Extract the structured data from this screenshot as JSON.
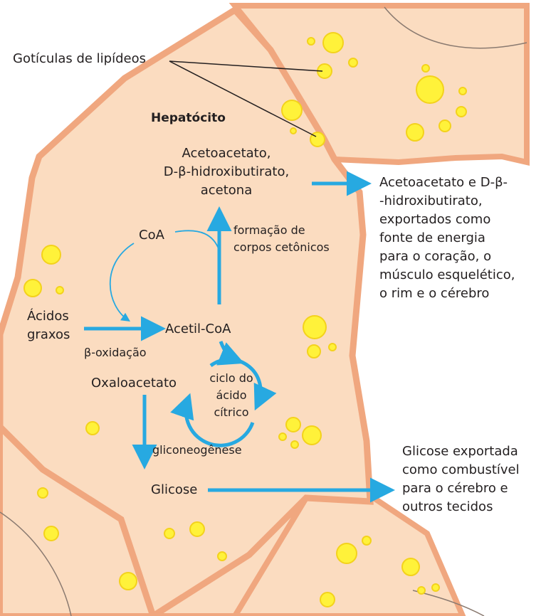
{
  "title": "Hepatócito",
  "labels": {
    "lipid_droplets": "Gotículas de lipídeos",
    "ketone_bodies": [
      "Acetoacetato,",
      "D-β-hidroxibutirato,",
      "acetona"
    ],
    "ketone_formation": [
      "formação de",
      "corpos cetônicos"
    ],
    "coa": "CoA",
    "fatty_acids": [
      "Ácidos",
      "graxos"
    ],
    "beta_oxidation": "β-oxidação",
    "acetyl_coa": "Acetil-CoA",
    "oxaloacetate": "Oxaloacetato",
    "citric_cycle": [
      "ciclo do",
      "ácido",
      "cítrico"
    ],
    "gluconeogenesis": "gliconeogênese",
    "glucose": "Glicose",
    "ketone_export": [
      "Acetoacetato e D-β-",
      "-hidroxibutirato,",
      "exportados como",
      "fonte de energia",
      "para o coração, o",
      "músculo esquelético,",
      "o rim e o cérebro"
    ],
    "glucose_export": [
      "Glicose exportada",
      "como combustível",
      "para o cérebro e",
      "outros tecidos"
    ]
  },
  "colors": {
    "cell_fill": "#fbdcc0",
    "membrane": "#f0a77f",
    "droplet": "#fff23a",
    "droplet_edge": "#f3d21c",
    "arrow": "#27a9e1",
    "text": "#231f20"
  }
}
